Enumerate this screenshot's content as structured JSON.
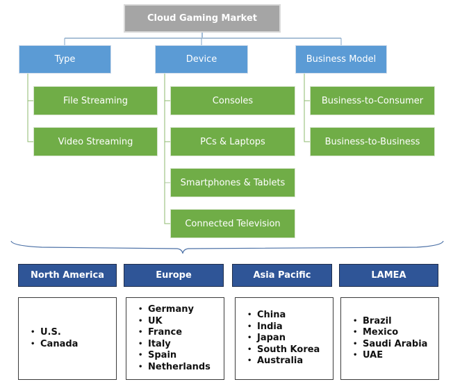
{
  "title": "Cloud Gaming Market",
  "colors": {
    "root": "#a5a5a5",
    "category": "#5b9bd5",
    "leaf": "#70ad47",
    "region": "#2f5597"
  },
  "categories": [
    {
      "label": "Type",
      "items": [
        "File Streaming",
        "Video Streaming"
      ]
    },
    {
      "label": "Device",
      "items": [
        "Consoles",
        "PCs & Laptops",
        "Smartphones & Tablets",
        "Connected Television"
      ]
    },
    {
      "label": "Business Model",
      "items": [
        "Business-to-Consumer",
        "Business-to-Business"
      ]
    }
  ],
  "regions": [
    {
      "label": "North America",
      "countries": [
        "U.S.",
        "Canada"
      ]
    },
    {
      "label": "Europe",
      "countries": [
        "Germany",
        "UK",
        "France",
        "Italy",
        "Spain",
        "Netherlands"
      ]
    },
    {
      "label": "Asia Pacific",
      "countries": [
        "China",
        "India",
        "Japan",
        "South Korea",
        "Australia"
      ]
    },
    {
      "label": "LAMEA",
      "countries": [
        "Brazil",
        "Mexico",
        "Saudi Arabia",
        "UAE"
      ]
    }
  ],
  "bullet": "•"
}
